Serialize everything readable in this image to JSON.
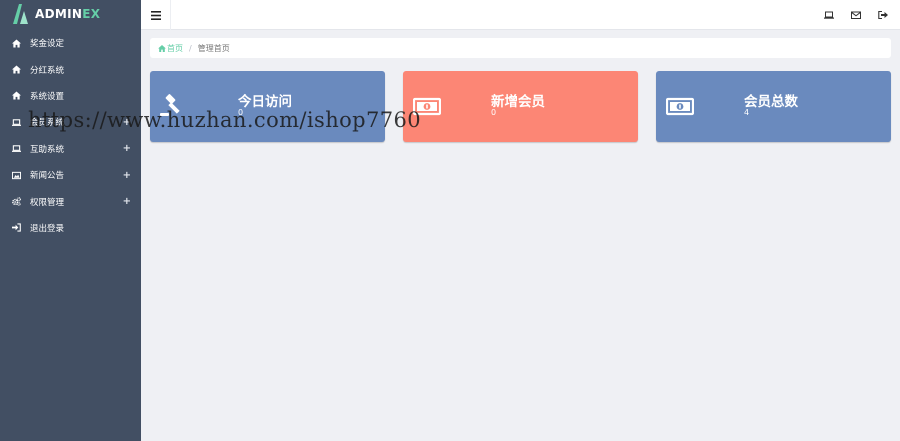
{
  "brand": {
    "logo_main": "ADMIN",
    "logo_accent": "EX"
  },
  "sidebar": {
    "items": [
      {
        "label": "奖金设定",
        "icon": "home-icon",
        "expandable": false
      },
      {
        "label": "分红系统",
        "icon": "home-icon",
        "expandable": false
      },
      {
        "label": "系统设置",
        "icon": "home-icon",
        "expandable": false
      },
      {
        "label": "会员系统",
        "icon": "laptop-icon",
        "expandable": true
      },
      {
        "label": "互助系统",
        "icon": "laptop-icon",
        "expandable": true
      },
      {
        "label": "新闻公告",
        "icon": "picture-icon",
        "expandable": true
      },
      {
        "label": "权限管理",
        "icon": "cogs-icon",
        "expandable": true
      },
      {
        "label": "退出登录",
        "icon": "sign-in-icon",
        "expandable": false
      }
    ],
    "expand_symbol": "+"
  },
  "header": {
    "icons": [
      "laptop-icon",
      "envelope-icon",
      "sign-out-icon"
    ]
  },
  "breadcrumb": {
    "home": "首页",
    "separator": "/",
    "current": "管理首页"
  },
  "cards": [
    {
      "title": "今日访问",
      "value": "0",
      "icon": "gavel-icon",
      "color": "#6a8abe"
    },
    {
      "title": "新增会员",
      "value": "0",
      "icon": "money-icon",
      "color": "#fc8675"
    },
    {
      "title": "会员总数",
      "value": "4",
      "icon": "money-icon",
      "color": "#6a8abe"
    }
  ],
  "watermark": "https://www.huzhan.com/ishop7760",
  "colors": {
    "sidebar_bg": "#424f63",
    "accent": "#65cea7",
    "card_blue": "#6a8abe",
    "card_red": "#fc8675",
    "page_bg": "#eff0f4"
  }
}
